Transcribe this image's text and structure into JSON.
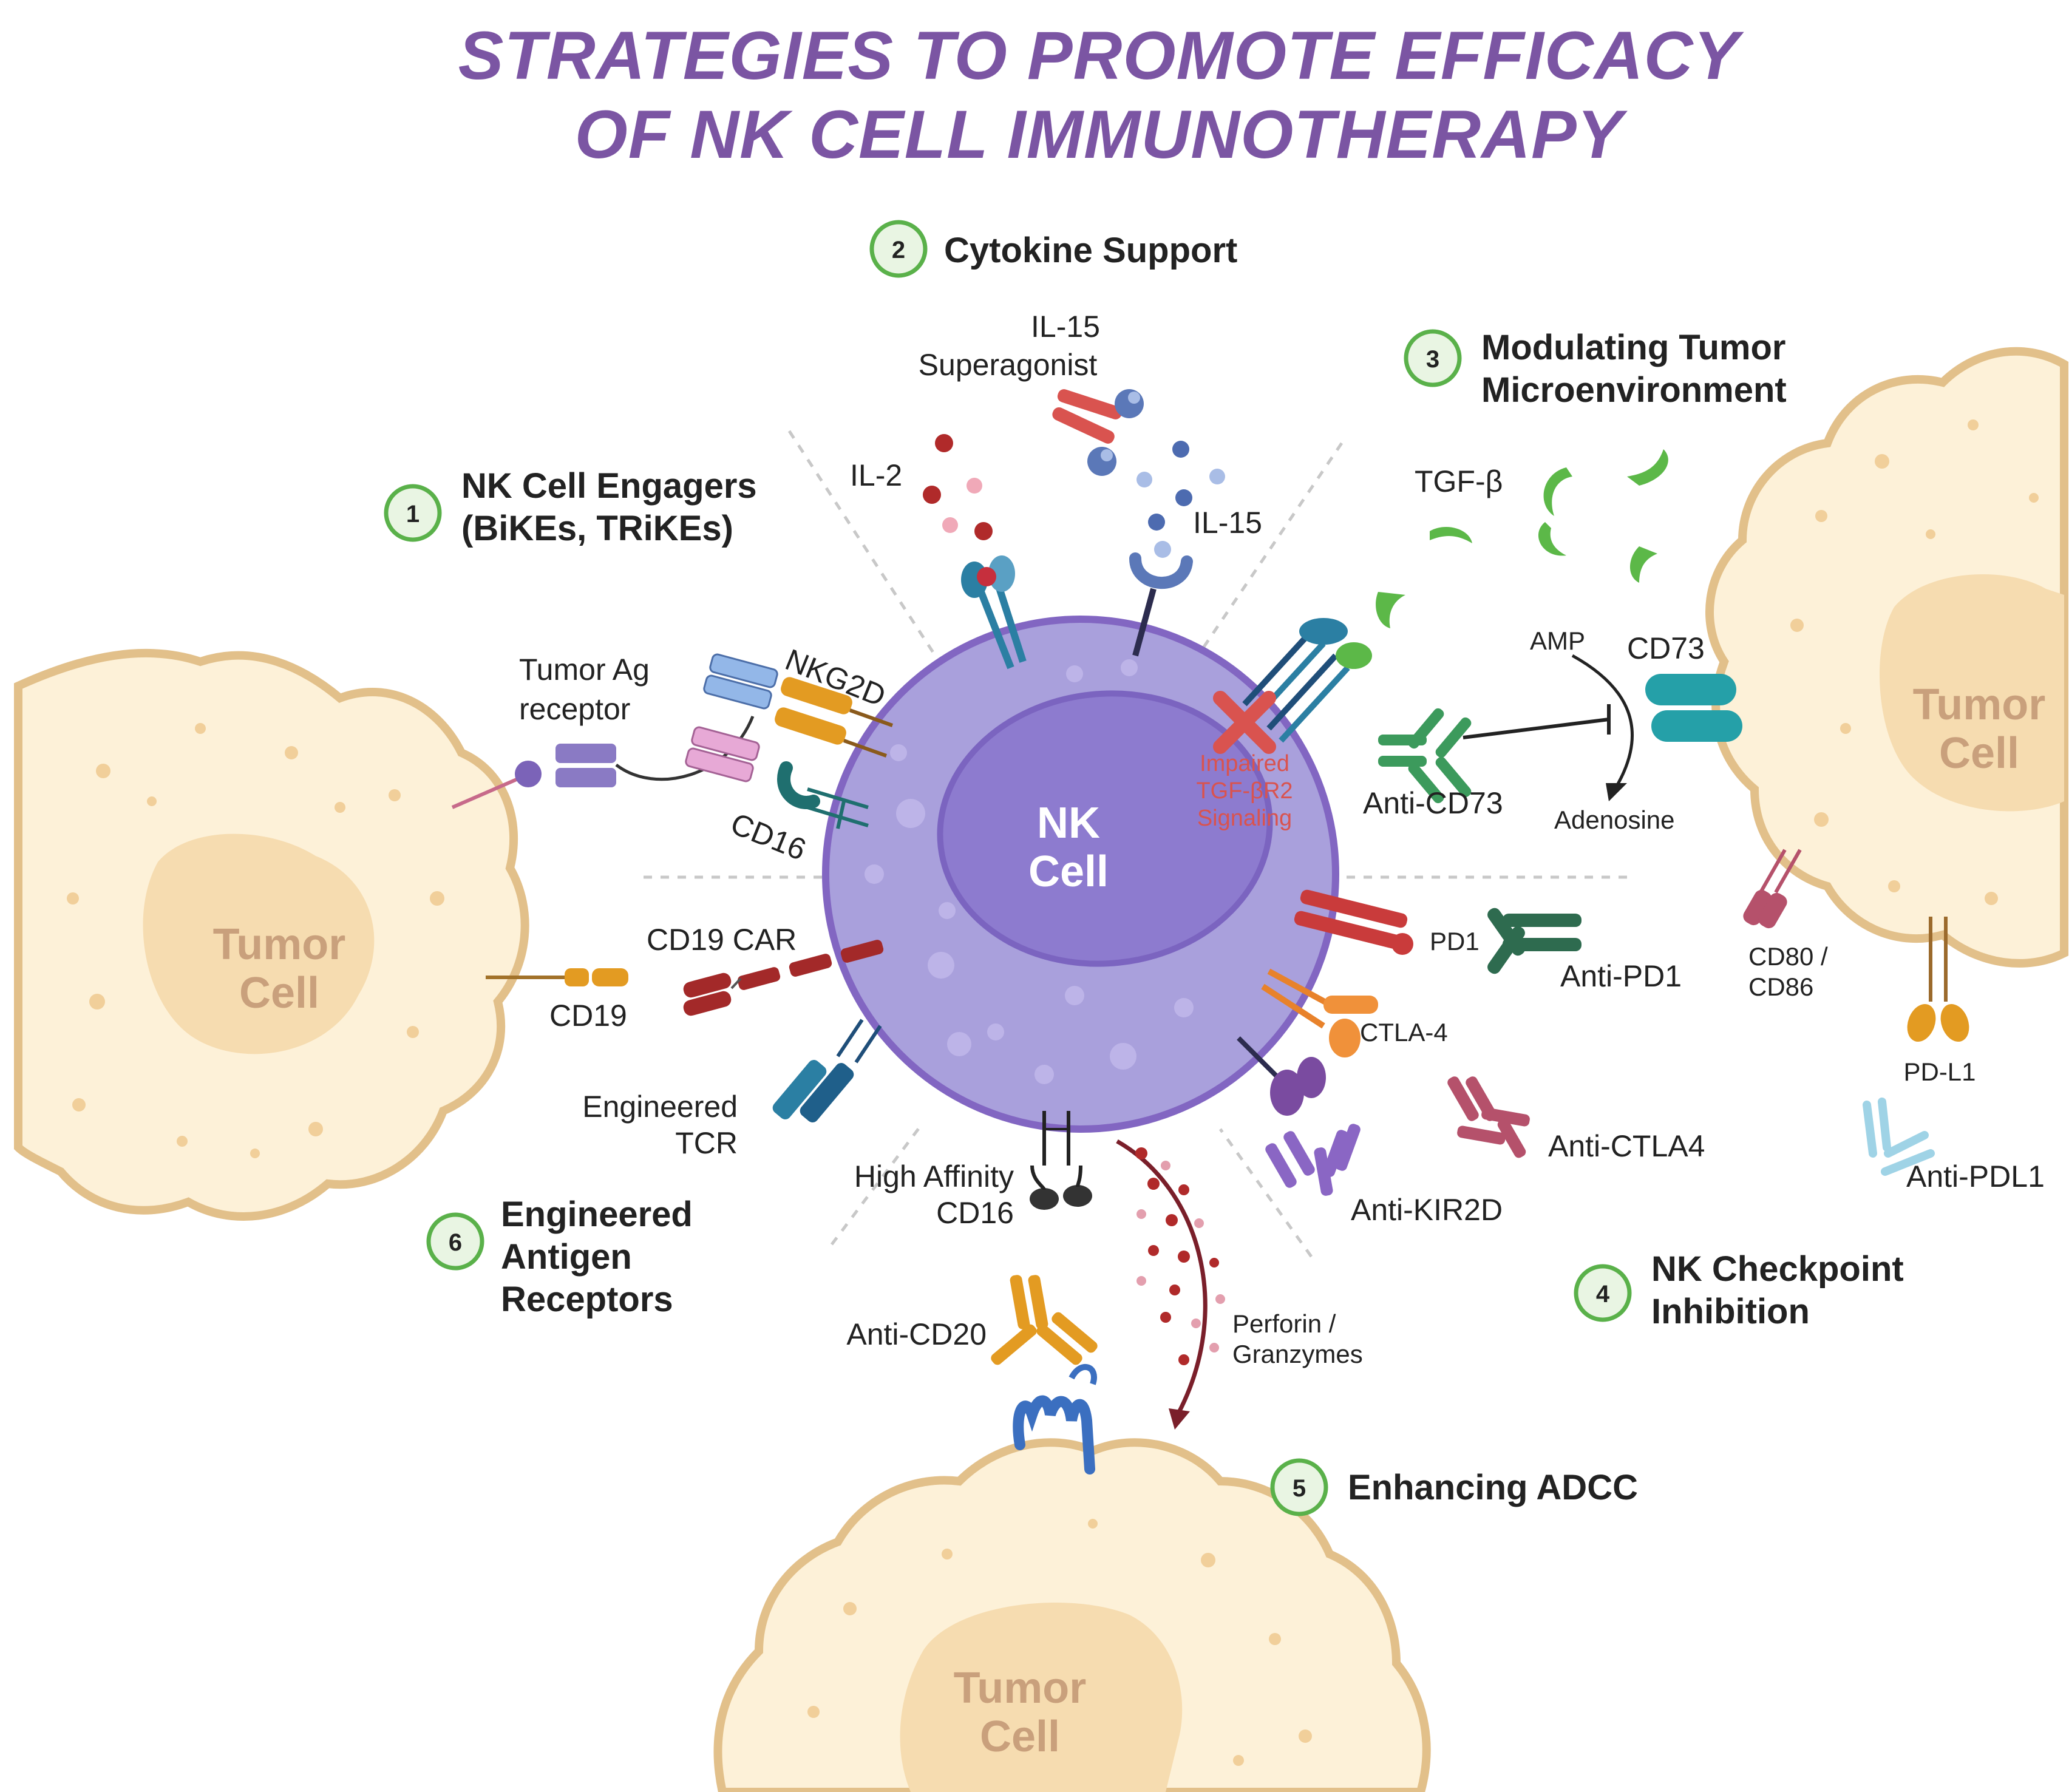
{
  "title": {
    "line1": "STRATEGIES TO PROMOTE EFFICACY",
    "line2": "OF NK CELL IMMUNOTHERAPY"
  },
  "strategies": [
    {
      "number": "1",
      "line1": "NK Cell Engagers",
      "line2": "(BiKEs, TRiKEs)",
      "line3": ""
    },
    {
      "number": "2",
      "line1": "Cytokine Support",
      "line2": "",
      "line3": ""
    },
    {
      "number": "3",
      "line1": "Modulating Tumor",
      "line2": "Microenvironment",
      "line3": ""
    },
    {
      "number": "4",
      "line1": "NK Checkpoint",
      "line2": "Inhibition",
      "line3": ""
    },
    {
      "number": "5",
      "line1": "Enhancing ADCC",
      "line2": "",
      "line3": ""
    },
    {
      "number": "6",
      "line1": "Engineered",
      "line2": "Antigen",
      "line3": "Receptors"
    }
  ],
  "cells": {
    "nk": {
      "line1": "NK",
      "line2": "Cell"
    },
    "tumor": {
      "line1": "Tumor",
      "line2": "Cell"
    }
  },
  "labels": {
    "il15_super_1": "IL-15",
    "il15_super_2": "Superagonist",
    "il2": "IL-2",
    "il15": "IL-15",
    "tgfb": "TGF-β",
    "amp": "AMP",
    "cd73": "CD73",
    "anti_cd73": "Anti-CD73",
    "adenosine": "Adenosine",
    "impaired_1": "Impaired",
    "impaired_2": "TGF-βR2",
    "impaired_3": "Signaling",
    "tumor_ag_1": "Tumor Ag",
    "tumor_ag_2": "receptor",
    "nkg2d": "NKG2D",
    "cd16_top": "CD16",
    "cd19_car": "CD19 CAR",
    "cd19": "CD19",
    "engineered_tcr_1": "Engineered",
    "engineered_tcr_2": "TCR",
    "high_aff_1": "High Affinity",
    "high_aff_2": "CD16",
    "anti_cd20": "Anti-CD20",
    "perforin_1": "Perforin /",
    "perforin_2": "Granzymes",
    "pd1": "PD1",
    "anti_pd1": "Anti-PD1",
    "ctla4": "CTLA-4",
    "anti_ctla4": "Anti-CTLA4",
    "anti_kir2d": "Anti-KIR2D",
    "cd80_1": "CD80 /",
    "cd80_2": "CD86",
    "pdl1": "PD-L1",
    "anti_pdl1": "Anti-PDL1"
  },
  "colors": {
    "title": "#7b55a3",
    "nk_fill": "#a9a0dc",
    "nk_stroke": "#8266c2",
    "tumor_fill": "#fdf1d8",
    "tumor_stroke": "#e2c08a",
    "tumor_nucleus": "#f6dcb0",
    "badge_fill": "#e9f5e3",
    "badge_stroke": "#5ab14a"
  }
}
